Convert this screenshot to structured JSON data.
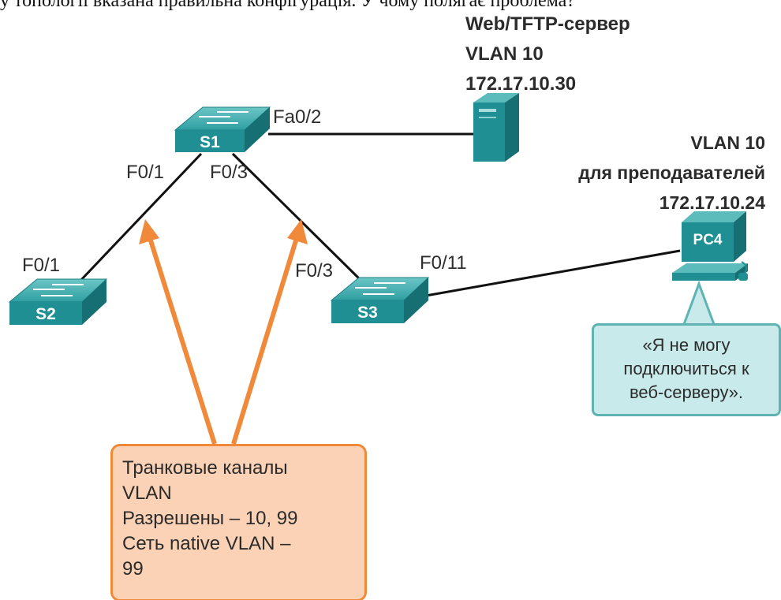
{
  "header_text": "у топології вказана правильна конфігурація. У чому полягає проблема?",
  "server": {
    "name": "Web/TFTP-сервер",
    "vlan": "VLAN 10",
    "ip": "172.17.10.30"
  },
  "pc": {
    "label": "PC4",
    "vlan": "VLAN 10",
    "role": "для преподавателей",
    "ip": "172.17.10.24"
  },
  "switches": {
    "s1": "S1",
    "s2": "S2",
    "s3": "S3"
  },
  "ports": {
    "s1_fa0_2": "Fa0/2",
    "s1_f0_1": "F0/1",
    "s1_f0_3": "F0/3",
    "s2_f0_1": "F0/1",
    "s3_f0_3": "F0/3",
    "s3_f0_11": "F0/11"
  },
  "pc_callout": [
    "«Я не могу",
    "подключиться к",
    "веб-серверу»."
  ],
  "trunk_callout": [
    "Транковые каналы",
    "VLAN",
    "Разрешены – 10, 99",
    "Сеть native VLAN –",
    "99"
  ],
  "colors": {
    "device_teal": "#1f8f93",
    "arrow_orange": "#f0893a",
    "callout_green_bg": "#c9eaea",
    "callout_orange_bg": "#fbd2b6"
  }
}
